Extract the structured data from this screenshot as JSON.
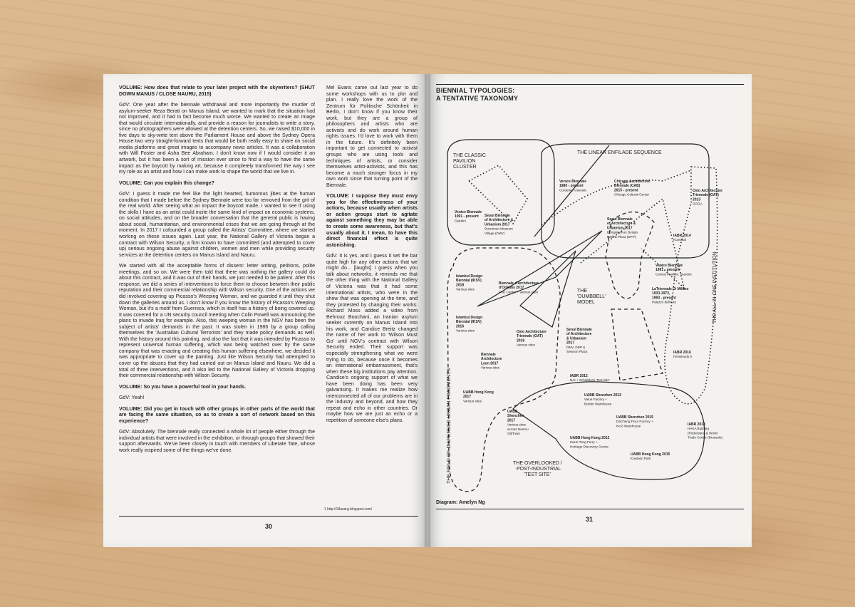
{
  "left_page": {
    "column_1": [
      {
        "text": "VOLUME: How does that relate to your later project with the skywriters? (SHUT DOWN MANUS / CLOSE NAURU, 2015)",
        "question": true
      },
      {
        "text": "GdV: One year after the biennale withdrawal and more importantly the murder of asylum-seeker Reza Berati on Manus Island, we wanted to mark that the situation had not improved, and it had in fact become much worse. We wanted to create an image that would circulate internationally, and provide a reason for journalists to write a story, since no photographers were allowed at the detention centers. So, we raised $10,000 in five days to sky-write text above the Parliament House and above the Sydney Opera House two very straight-forward texts that would be both really easy to share on social media platforms and great images to accompany news articles. It was a collaboration with Will Foster and Asha Bee Abraham. I don't know now if I would consider it an artwork, but it has been a sort of mission ever since to find a way to have the same impact as the boycott by making art, because it completely transformed the way I see my role as an artist and how I can make work to shape the world that we live in.",
        "question": false
      },
      {
        "text": "VOLUME: Can you explain this change?",
        "question": true
      },
      {
        "text": "GdV: I guess it made me feel like the light hearted, humorous jibes at the human condition that I made before the Sydney Biennale were too far removed from the grit of the real world. After seeing what an impact the boycott made, I wanted to see if using the skills I have as an artist could incite the same kind of impact on economic systems, on social attitudes, and on the broader conversation that the general public is having about social, humanitarian, and environmental crises that we are going through at the moment. In 2017 I cofounded a group called the Artists' Committee, where we started working on these issues again. Last year, the National Gallery of Victoria began a contract with Wilson Security, a firm known to have committed (and attempted to cover up) serious ongoing abuse against children, women and men while providing security services at the detention centers on Manus Island and Nauru.",
        "question": false
      },
      {
        "text": "We started with all the acceptable forms of dissent: letter writing, petitions, polite meetings, and so on. We were then told that there was nothing the gallery could do about this contract, and it was out of their hands, we just needed to be patient. After this response, we did a series of interventions to force them to choose between their public reputation and their commercial relationship with Wilson security. One of the actions we did involved covering up Picasso's Weeping Woman, and we guarded it until they shut down the galleries around us. I don't know if you know the history of Picasso's Weeping Woman, but it's a motif from Guernica, which in itself has a history of being covered up. It was covered for a UN security council meeting when Colin Powell was announcing the plans to invade Iraq for example. Also, this weeping woman in the NGV has been the subject of artists' demands in the past. It was stolen in 1986 by a group calling themselves the 'Australian Cultural Terrorists' and they made policy demands as well. With the history around this painting, and also the fact that it was intended by Picasso to represent universal human suffering, which was being watched over by the same company that was enacting and creating this human suffering elsewhere, we decided it was appropriate to cover up the painting. Just like Wilson Security had attempted to cover up the abuses that they had carried out on Manus Island and Nauru. We did a total of three interventions, and it also led to the National Gallery of Victoria dropping their commercial relationship with Wilson Security.",
        "question": false
      },
      {
        "text": "VOLUME: So you have a powerful tool in your hands.",
        "question": true
      },
      {
        "text": "GdV: Yeah!",
        "question": false
      },
      {
        "text": "VOLUME: Did you get in touch with other groups in other parts of the world that are facing the same situation, so as to create a sort of network based on this experience?",
        "question": true
      },
      {
        "text": "GdV: Absolutely. The biennale really connected a whole lot of people either through the individual artists that were involved in the exhibition, or through groups that showed their support afterwards. We've been closely in touch with members of Liberate Tate, whose work really inspired some of the things we've done.",
        "question": false
      }
    ],
    "column_2": [
      {
        "text": "Mel Evans came out last year to do some workshops with us to plot and plan. I really love the work of the Zentrum für Politische Schönheit in Berlin, I don't know if you know their work, but they are a group of philosophers and artists who are activists and do work around human rights issues. I'd love to work with them in the future. It's definitely been important to get connected to activist groups who are using tools and techniques of artists, or consider themselves artist-activists, and this has become a much stronger focus in my own work since that turning point of the Biennale.",
        "question": false
      },
      {
        "text": "VOLUME: I suppose they must envy you for the effectiveness of your actions, because usually when artists or action groups start to agitate against something they may be able to create some awareness, but that's usually about it. I mean, to have this direct financial effect is quite astonishing.",
        "question": true
      },
      {
        "text": "GdV: It is yes, and I guess it set the bar quite high for any other actions that we might do... [laughs] I guess when you talk about networks, it reminds me that the other thing with the National Gallery of Victoria was that it had some international artists, who were in the show that was opening at the time, and they protested by changing their works. Richard Moss added a video from Behrouz Boochani, an Iranian asylum seeker currently on Manus Island into his work, and Candice Breitz changed the name of her work to 'Wilson Must Go' until NGV's contract with Wilson Security ended. Their support was especially strengthening what we were trying to do, because once it becomes an international embarrassment, that's when these big institutions pay attention. Candice's ongoing support of what we have been doing has been very galvanising. It makes me realize how interconnected all of our problems are in the industry and beyond, and how they repeat and echo in other countries. Or maybe how we are just an echo or a repetition of someone else's plans.",
        "question": false
      }
    ],
    "footnote": "1   http://18asarg.blogspot.com/",
    "page_number": "30"
  },
  "right_page": {
    "title_line1": "BIENNIAL TYPOLOGIES:",
    "title_line2": "A TENTATIVE TAXONOMY",
    "credit": "Diagram: Amelyn Ng",
    "page_number": "31",
    "cluster_labels": {
      "classic_1": "THE CLASSIC",
      "classic_2": "PAVILION",
      "classic_3": "CLUSTER",
      "linear": "THE LINEAR ENFILADE SEQUENCE",
      "dumbbell_1": "THE",
      "dumbbell_2": "'DUMBBELL'",
      "dumbbell_3": "MODEL",
      "allinone": "THE ALL-IN-ONE INSTITUTION",
      "field": "THE FIELD OF DISPERSED URBAN FRAGMENTS",
      "overlooked_1": "THE OVERLOOKED /",
      "overlooked_2": "POST-INDUSTRIAL",
      "overlooked_3": "'TEST SITE'"
    },
    "entries": [
      {
        "name": [
          "Venice Biennale",
          "1991 - present"
        ],
        "venue": [
          "Giardini"
        ]
      },
      {
        "name": [
          "Seoul Biennale",
          "of Architecture &",
          "Urbanism 2017"
        ],
        "venue": [
          "Donuimun Museum",
          "Village (DMV)"
        ]
      },
      {
        "name": [
          "Venice Biennale",
          "1980 - present"
        ],
        "venue": [
          "Corderie, Arsenale"
        ]
      },
      {
        "name": [
          "Chicago Architecture",
          "Biennale (CAB)",
          "2015 - present"
        ],
        "venue": [
          "Chicago Cultural Center"
        ]
      },
      {
        "name": [
          "Seoul Biennale",
          "of Architecture &",
          "Urbanism 2017"
        ],
        "venue": [
          "Dongdaemun Design",
          "Park & Plaza (DPP)"
        ]
      },
      {
        "name": [
          "Oslo Architecture",
          "Triennale (OAT)",
          "2013"
        ],
        "venue": [
          "DOGA"
        ]
      },
      {
        "name": [
          "IABR 2014"
        ],
        "venue": [
          "Kunsthal"
        ]
      },
      {
        "name": [
          "Venice Biennale",
          "1991 - present"
        ],
        "venue": [
          "Central Pavilion, Giardini"
        ]
      },
      {
        "name": [
          "LaTriennale Di Milano",
          "1933-1973,",
          "1993 - present"
        ],
        "venue": [
          "Palazzo dell'Arte"
        ]
      },
      {
        "name": [
          "Istanbul Design",
          "Biennial (IKSV)",
          "2018"
        ],
        "venue": [
          "Various sites"
        ]
      },
      {
        "name": [
          "Biennale d'Architecture",
          "d'Orléans 2017"
        ],
        "venue": [
          "Frac Centre + various sites"
        ]
      },
      {
        "name": [
          "Istanbul Design",
          "Biennial (IKSV)",
          "2016"
        ],
        "venue": [
          "Various sites"
        ]
      },
      {
        "name": [
          "Oslo Architecture",
          "Triennale (OAT)",
          "2016"
        ],
        "venue": [
          "Various sites"
        ]
      },
      {
        "name": [
          "Seoul Biennale",
          "of Architecture",
          "& Urbanism",
          "2017"
        ],
        "venue": [
          "DMV, DDP &",
          "Sewoon Plaza"
        ]
      },
      {
        "name": [
          "IABR 2016"
        ],
        "venue": [
          "Fenixloods II"
        ]
      },
      {
        "name": [
          "Biennale",
          "Architecture",
          "Lyon 2017"
        ],
        "venue": [
          "Various sites"
        ]
      },
      {
        "name": [
          "IABR 2012"
        ],
        "venue": [
          "NAI + Schieblock 'Test Site'"
        ]
      },
      {
        "name": [
          "UABB Hong Kong",
          "2017"
        ],
        "venue": [
          "Various sites"
        ]
      },
      {
        "name": [
          "UABB Shenzhen 2013"
        ],
        "venue": [
          "Value Factory +",
          "Border Warehouse"
        ]
      },
      {
        "name": [
          "UABB",
          "Shenzhen",
          "2017"
        ],
        "venue": [
          "Various sites",
          "across Nantou",
          "OldTown"
        ]
      },
      {
        "name": [
          "UABB Shenzhen 2015"
        ],
        "venue": [
          "DaCheng Flour Factory +",
          "No.8 Warehouse"
        ]
      },
      {
        "name": [
          "IABR 2018"
        ],
        "venue": [
          "HAKA Building",
          "(Rotterdam) & World",
          "Trade Center (Brussels)"
        ]
      },
      {
        "name": [
          "UABB Hong Kong 2013"
        ],
        "venue": [
          "Kwun Tong Ferry +",
          "Heritage Discovery Centre"
        ]
      },
      {
        "name": [
          "UABB Hong Kong 2015"
        ],
        "venue": [
          "Kowloon Park"
        ]
      }
    ]
  }
}
